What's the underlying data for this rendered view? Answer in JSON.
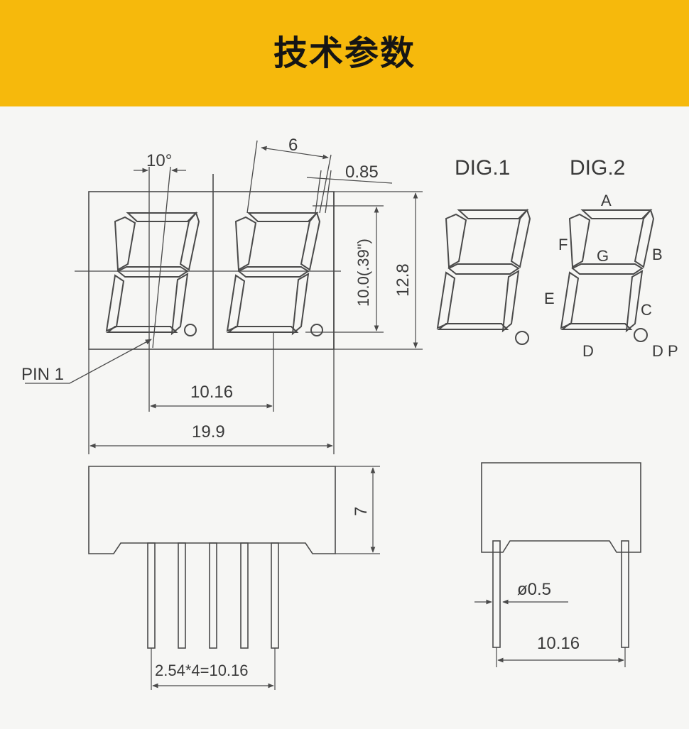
{
  "header": {
    "title": "技术参数",
    "bg": "#f6b90c"
  },
  "front_view": {
    "angle_label": "10°",
    "segment_width_label": "6",
    "segment_thickness_label": "0.85",
    "digit_height_label": "10.0(.39\")",
    "body_height_label": "12.8",
    "pin1_label": "PIN 1",
    "digit_pitch_label": "10.16",
    "body_width_label": "19.9"
  },
  "segment_map": {
    "dig1_label": "DIG.1",
    "dig2_label": "DIG.2",
    "seg_a": "A",
    "seg_b": "B",
    "seg_c": "C",
    "seg_d": "D",
    "seg_e": "E",
    "seg_f": "F",
    "seg_g": "G",
    "dp": "D P"
  },
  "side_view": {
    "depth_label": "7",
    "pin_pitch_label": "2.54*4=10.16"
  },
  "end_view": {
    "pin_diameter_label": "ø0.5",
    "row_spacing_label": "10.16"
  },
  "colors": {
    "line": "#4a4a4a",
    "text": "#3a3a3a",
    "background": "#f6f6f4"
  }
}
